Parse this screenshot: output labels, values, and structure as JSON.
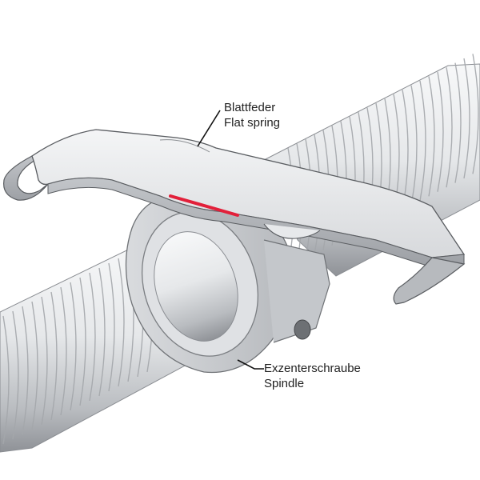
{
  "labels": {
    "flat_spring": {
      "line1": "Blattfeder",
      "line2": "Flat spring"
    },
    "spindle": {
      "line1": "Exzenterschraube",
      "line2": "Spindle"
    }
  },
  "colors": {
    "background": "#ffffff",
    "metal_light": "#f1f2f4",
    "metal_mid": "#cfd2d6",
    "metal_dark": "#8e9196",
    "outline": "#5a5d61",
    "contact_line": "#e2203a",
    "leader_line": "#111111"
  }
}
